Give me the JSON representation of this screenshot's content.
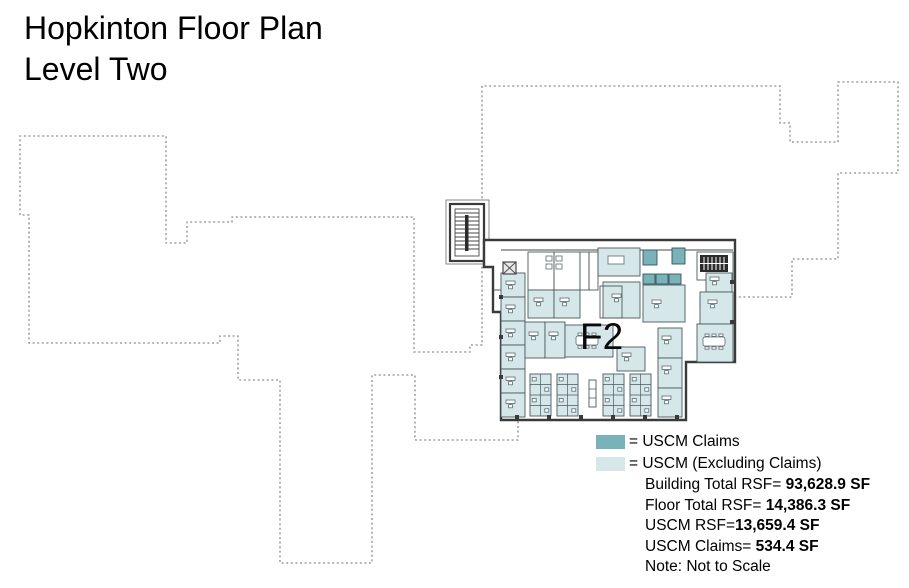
{
  "title": {
    "line1": "Hopkinton Floor Plan",
    "line2": "Level Two"
  },
  "floor_label": "F2",
  "legend": {
    "items": [
      {
        "swatch": "uscm-claims-swatch",
        "label": "= USCM Claims"
      },
      {
        "swatch": "uscm-excluding-swatch",
        "label": "= USCM (Excluding Claims)"
      }
    ],
    "stats": [
      {
        "label": "Building Total RSF= ",
        "value": "93,628.9 SF"
      },
      {
        "label": "Floor Total RSF= ",
        "value": "14,386.3 SF"
      },
      {
        "label": "USCM RSF=",
        "value": "13,659.4 SF"
      },
      {
        "label": "USCM Claims= ",
        "value": "534.4 SF"
      }
    ],
    "note": "Note: Not to Scale"
  },
  "colors": {
    "uscm_claims": "#79b2b8",
    "uscm_excluding": "#d6e7e9",
    "walls": "#3a3a3a",
    "outline_dashed": "#8c8c8c"
  }
}
